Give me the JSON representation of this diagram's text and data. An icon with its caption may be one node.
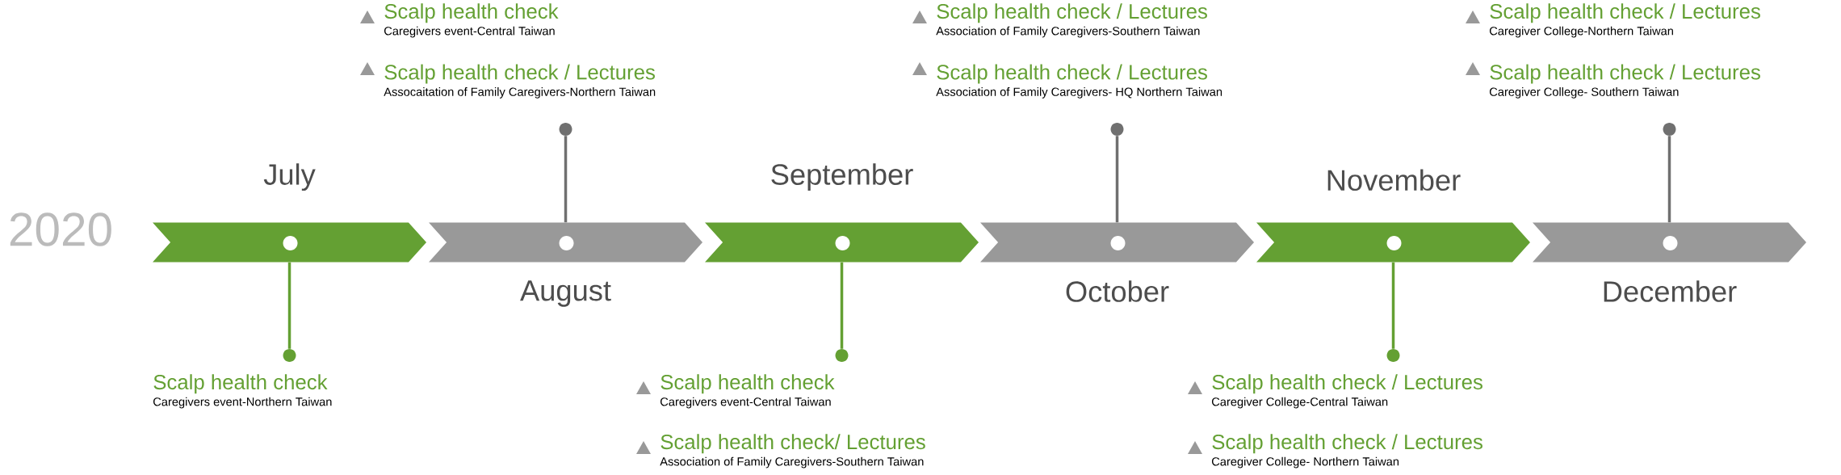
{
  "diagram": {
    "nodes": [
      {
        "text": [
          "July"
        ]
      },
      {
        "text": [
          "August"
        ]
      },
      {
        "text": [
          "September"
        ]
      },
      {
        "text": [
          "October"
        ]
      },
      {
        "text": [
          "November"
        ]
      },
      {
        "text": [
          "December"
        ]
      },
      {
        "text": [
          "Scalp health check",
          "Caregivers event-Northern Taiwan"
        ]
      },
      {
        "text": [
          "Scalp health check",
          "Caregivers event-Central Taiwan"
        ]
      },
      {
        "text": [
          "Scalp health check / Lectures",
          "Assocaitation of Family Caregivers-Northern Taiwan"
        ]
      },
      {
        "text": [
          "Scalp health check",
          "Caregivers event-Central Taiwan"
        ]
      },
      {
        "text": [
          "Scalp health check/ Lectures",
          "Association of Family Caregivers-Southern Taiwan"
        ]
      },
      {
        "text": [
          "Scalp health check / Lectures",
          "Association of Family Caregivers-Southern Taiwan"
        ]
      },
      {
        "text": [
          "Scalp health check / Lectures",
          "Association of Family Caregivers- HQ Northern Taiwan"
        ]
      },
      {
        "text": [
          "Scalp health check / Lectures",
          "Caregiver College-Central Taiwan"
        ]
      },
      {
        "text": [
          "Scalp health check / Lectures",
          "Caregiver College- Northern Taiwan"
        ]
      },
      {
        "text": [
          "Scalp health check / Lectures",
          "Caregiver College-Northern Taiwan"
        ]
      },
      {
        "text": [
          "Scalp health check / Lectures",
          "Caregiver College- Southern Taiwan"
        ]
      },
      {
        "text": [],
        "shape": "circle"
      },
      {
        "text": [],
        "shape": "circle"
      },
      {
        "text": [],
        "shape": "circle"
      },
      {
        "text": [],
        "shape": "circle"
      },
      {
        "text": [],
        "shape": "circle"
      },
      {
        "text": [],
        "shape": "circle"
      }
    ],
    "edges": [
      {
        "from": 0,
        "to": 17,
        "arrow": "none",
        "color": "#64a033"
      },
      {
        "from": 1,
        "to": 18,
        "arrow": "none",
        "color": "#707070"
      },
      {
        "from": 2,
        "to": 19,
        "arrow": "none",
        "color": "#64a033"
      },
      {
        "from": 3,
        "to": 20,
        "arrow": "none",
        "color": "#707070"
      },
      {
        "from": 4,
        "to": 21,
        "arrow": "none",
        "color": "#64a033"
      },
      {
        "from": 5,
        "to": 22,
        "arrow": "none",
        "color": "#707070"
      }
    ],
    "labels": [
      "2020"
    ]
  }
}
